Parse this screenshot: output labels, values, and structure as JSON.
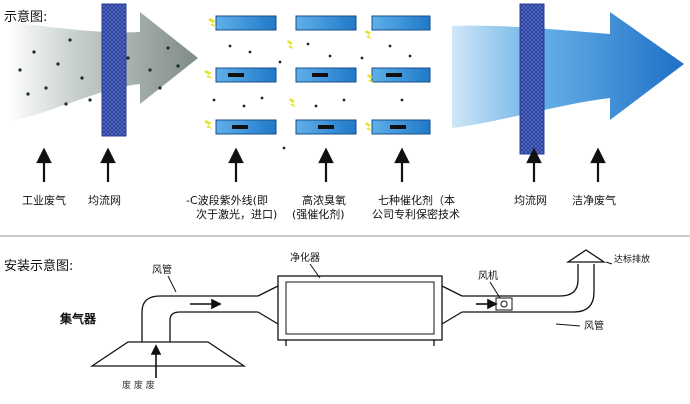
{
  "section_titles": {
    "top": "示意图:",
    "bottom": "安装示意图:"
  },
  "process_labels": [
    "工业废气",
    "均流网",
    "-C波段紫外线(即",
    "次于激光，进口)",
    "高浓臭氧",
    "(强催化剂)",
    "七种催化剂（本",
    "公司专利保密技术",
    "均流网",
    "洁净废气"
  ],
  "install_labels": {
    "duct_left": "风管",
    "purifier": "净化器",
    "fan": "风机",
    "discharge": "达标排放",
    "duct_right": "风管",
    "collector": "集气器",
    "source": "废 废 废"
  },
  "colors": {
    "gas_gray": "#8e9a94",
    "mesh_blue": "#3d57b8",
    "clean_blue": "#2a7fd2",
    "uv_yellow": "#e8e33a",
    "lamp_blue": "#2c8ad6",
    "line_black": "#111111"
  }
}
